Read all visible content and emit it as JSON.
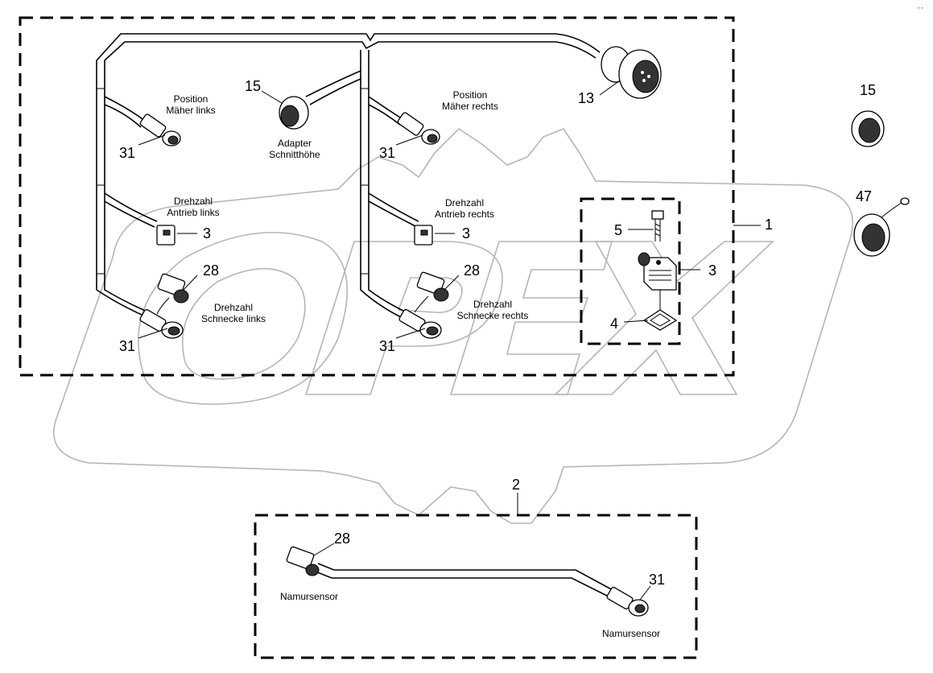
{
  "callouts": {
    "n13": "13",
    "n15a": "15",
    "n15b": "15",
    "n47": "47",
    "n1": "1",
    "n2": "2",
    "n3a": "3",
    "n3b": "3",
    "n3c": "3",
    "n4": "4",
    "n5": "5",
    "n28a": "28",
    "n28b": "28",
    "n28c": "28",
    "n31a": "31",
    "n31b": "31",
    "n31c": "31",
    "n31d": "31",
    "n31e": "31"
  },
  "labels": {
    "pos_links_1": "Position",
    "pos_links_2": "Mäher links",
    "pos_rechts_1": "Position",
    "pos_rechts_2": "Mäher rechts",
    "adapter_1": "Adapter",
    "adapter_2": "Schnitthöhe",
    "drehzahl_al_1": "Drehzahl",
    "drehzahl_al_2": "Antrieb links",
    "drehzahl_ar_1": "Drehzahl",
    "drehzahl_ar_2": "Antrieb rechts",
    "drehzahl_sl_1": "Drehzahl",
    "drehzahl_sl_2": "Schnecke links",
    "drehzahl_sr_1": "Drehzahl",
    "drehzahl_sr_2": "Schnecke rechts",
    "namur_1": "Namursensor",
    "namur_2": "Namursensor"
  },
  "watermark": {
    "text": "OPEX",
    "color": "#b5b5b5"
  }
}
